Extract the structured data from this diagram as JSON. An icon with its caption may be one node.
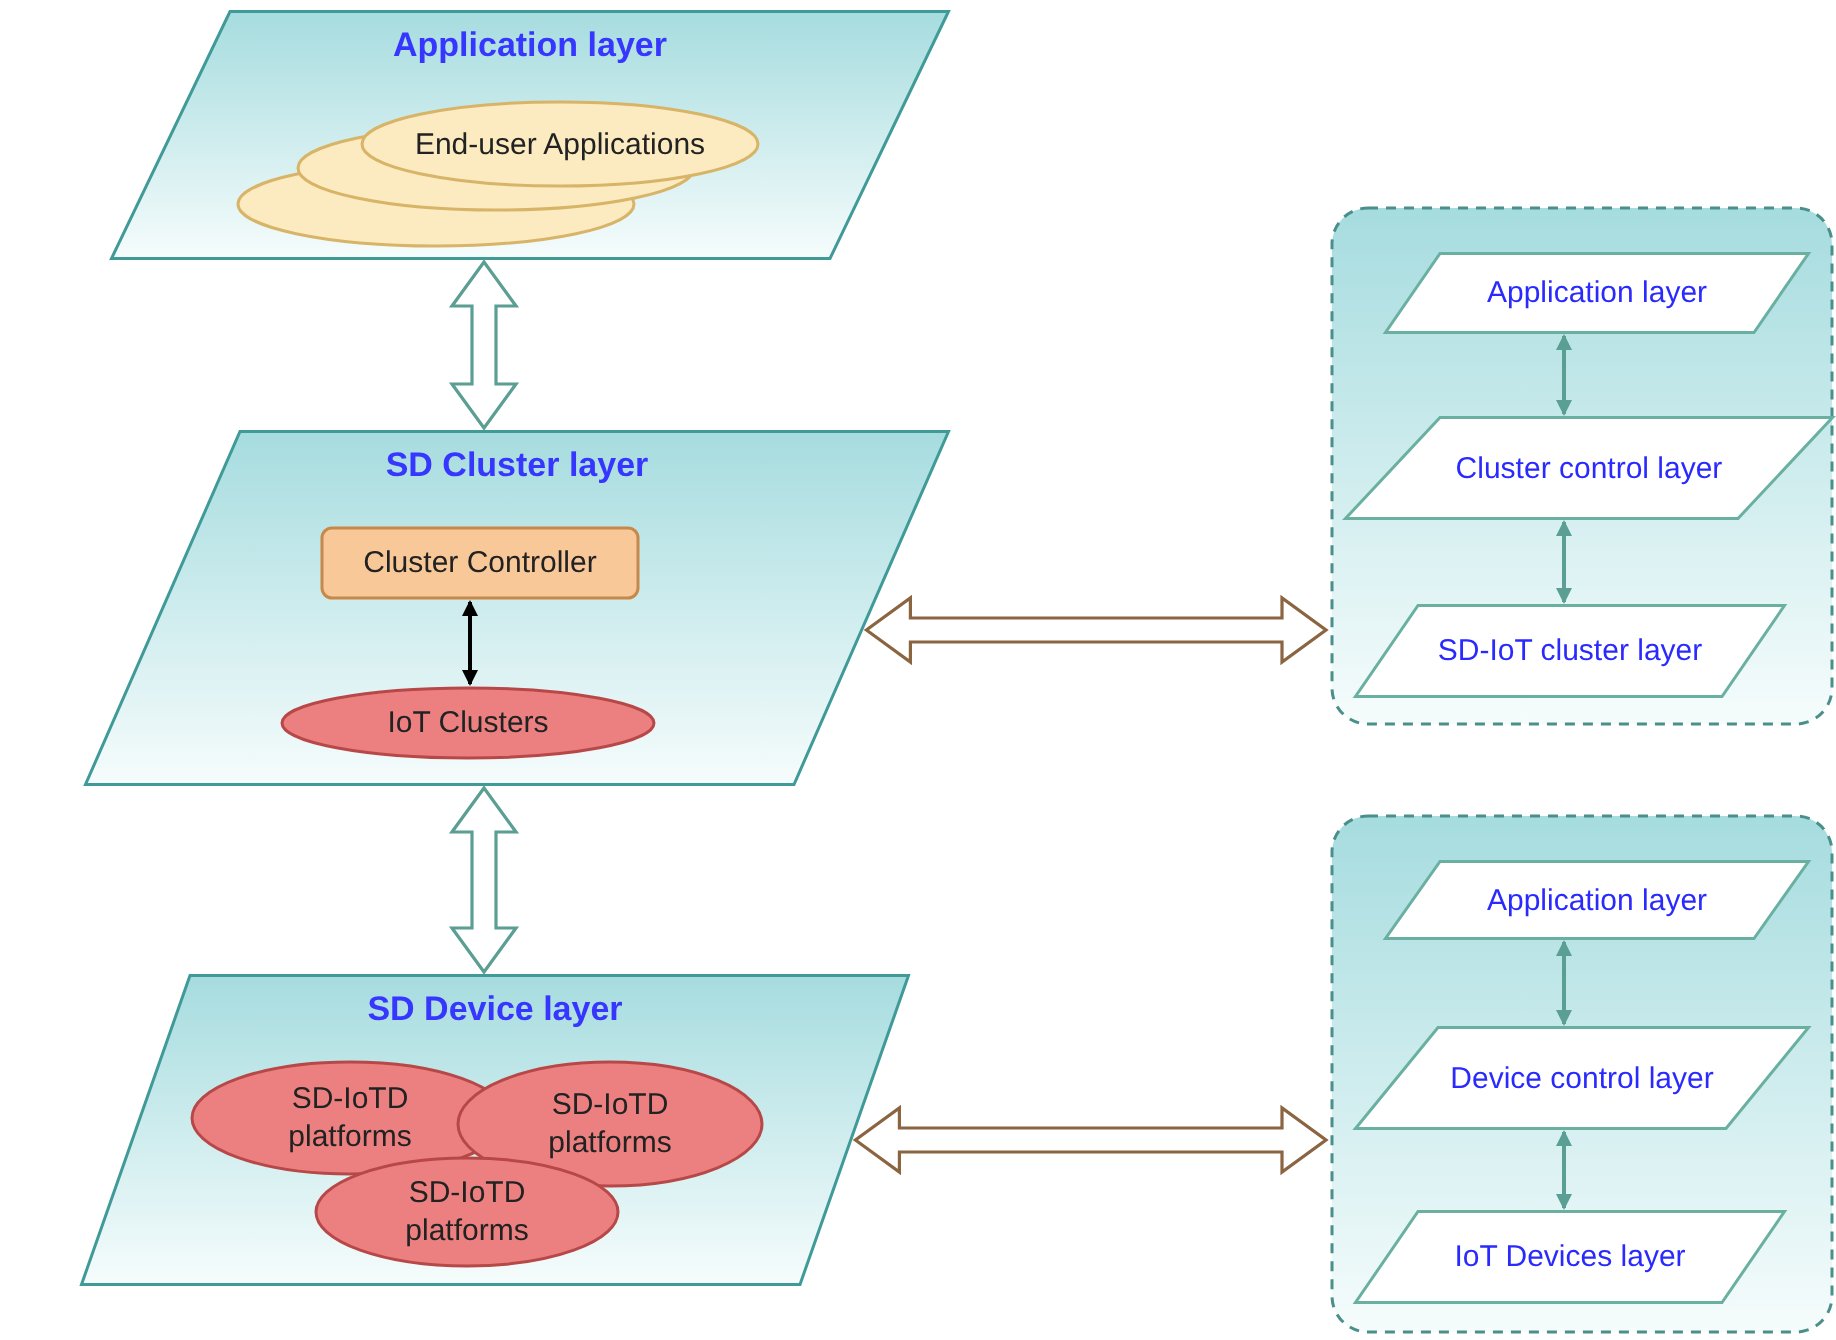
{
  "diagram": {
    "nodes": [
      {
        "text": [
          "Application layer"
        ]
      },
      {
        "text": [],
        "shape": "ellipse",
        "in": 0
      },
      {
        "text": [],
        "shape": "ellipse",
        "in": 0
      },
      {
        "text": [
          "End-user Applications"
        ],
        "in": 0
      },
      {
        "text": [
          "SD Cluster layer"
        ]
      },
      {
        "text": [
          "Cluster Controller"
        ],
        "in": 4
      },
      {
        "text": [
          "IoT Clusters"
        ],
        "in": 4
      },
      {
        "text": [
          "SD Device layer"
        ]
      },
      {
        "text": [
          "SD-IoTD platforms"
        ],
        "in": 7
      },
      {
        "text": [
          "SD-IoTD platforms"
        ],
        "in": 7
      },
      {
        "text": [
          "SD-IoTD platforms"
        ],
        "in": 7
      },
      {
        "text": [],
        "shape": "box"
      },
      {
        "text": [
          "Application layer"
        ],
        "in": 11
      },
      {
        "text": [
          "Cluster control layer"
        ],
        "in": 11
      },
      {
        "text": [
          "SD-IoT cluster layer"
        ],
        "in": 11
      },
      {
        "text": [],
        "shape": "box"
      },
      {
        "text": [
          "Application layer"
        ],
        "in": 15
      },
      {
        "text": [
          "Device control layer"
        ],
        "in": 15
      },
      {
        "text": [
          "IoT Devices layer"
        ],
        "in": 15
      }
    ],
    "edges": [
      {
        "from": 0,
        "to": 4,
        "arrow": "both",
        "style": "thick"
      },
      {
        "from": 5,
        "to": 6,
        "arrow": "both",
        "color": "#000000"
      },
      {
        "from": 4,
        "to": 7,
        "arrow": "both",
        "style": "thick"
      },
      {
        "from": 4,
        "to": 11,
        "arrow": "both",
        "style": "thick",
        "color": "#8b6440"
      },
      {
        "from": 7,
        "to": 15,
        "arrow": "both",
        "style": "thick",
        "color": "#8b6440"
      },
      {
        "from": 12,
        "to": 13,
        "arrow": "both"
      },
      {
        "from": 13,
        "to": 14,
        "arrow": "both"
      },
      {
        "from": 16,
        "to": 17,
        "arrow": "both"
      },
      {
        "from": 17,
        "to": 18,
        "arrow": "both"
      }
    ]
  }
}
